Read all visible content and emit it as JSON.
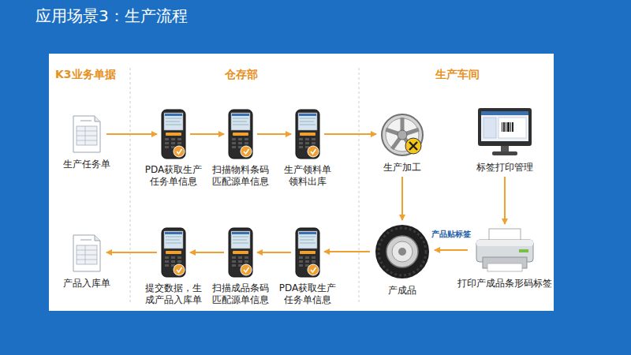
{
  "diagram": {
    "title": "应用场景3：生产流程",
    "nodes": [
      {
        "text": [
          "生产任务单"
        ]
      },
      {
        "text": [
          "PDA获取生产任务单信息"
        ]
      },
      {
        "text": [
          "扫描物料条码匹配源单信息"
        ]
      },
      {
        "text": [
          "生产领料单领料出库"
        ]
      },
      {
        "text": [
          "生产加工"
        ]
      },
      {
        "text": [
          "标签打印管理"
        ]
      },
      {
        "text": [
          "打印产成品条形码标签"
        ]
      },
      {
        "text": [
          "产成品"
        ]
      },
      {
        "text": [
          "PDA获取生产任务单信息"
        ]
      },
      {
        "text": [
          "扫描成品条码匹配源单信息"
        ]
      },
      {
        "text": [
          "提交数据，生成产品入库单"
        ]
      },
      {
        "text": [
          "产品入库单"
        ]
      }
    ],
    "edges": [
      {
        "from": 0,
        "to": 1,
        "arrow": "to"
      },
      {
        "from": 1,
        "to": 2,
        "arrow": "to"
      },
      {
        "from": 2,
        "to": 3,
        "arrow": "to"
      },
      {
        "from": 3,
        "to": 4,
        "arrow": "to"
      },
      {
        "from": 4,
        "to": 7,
        "arrow": "to"
      },
      {
        "from": 5,
        "to": 6,
        "arrow": "to"
      },
      {
        "from": 6,
        "to": 7,
        "label": "产品贴标签",
        "arrow": "to"
      },
      {
        "from": 7,
        "to": 8,
        "arrow": "to"
      },
      {
        "from": 8,
        "to": 9,
        "arrow": "to"
      },
      {
        "from": 9,
        "to": 10,
        "arrow": "to"
      },
      {
        "from": 10,
        "to": 11,
        "arrow": "to"
      }
    ],
    "labels": [
      "K3业务单据",
      "仓存部",
      "生产车间"
    ]
  }
}
